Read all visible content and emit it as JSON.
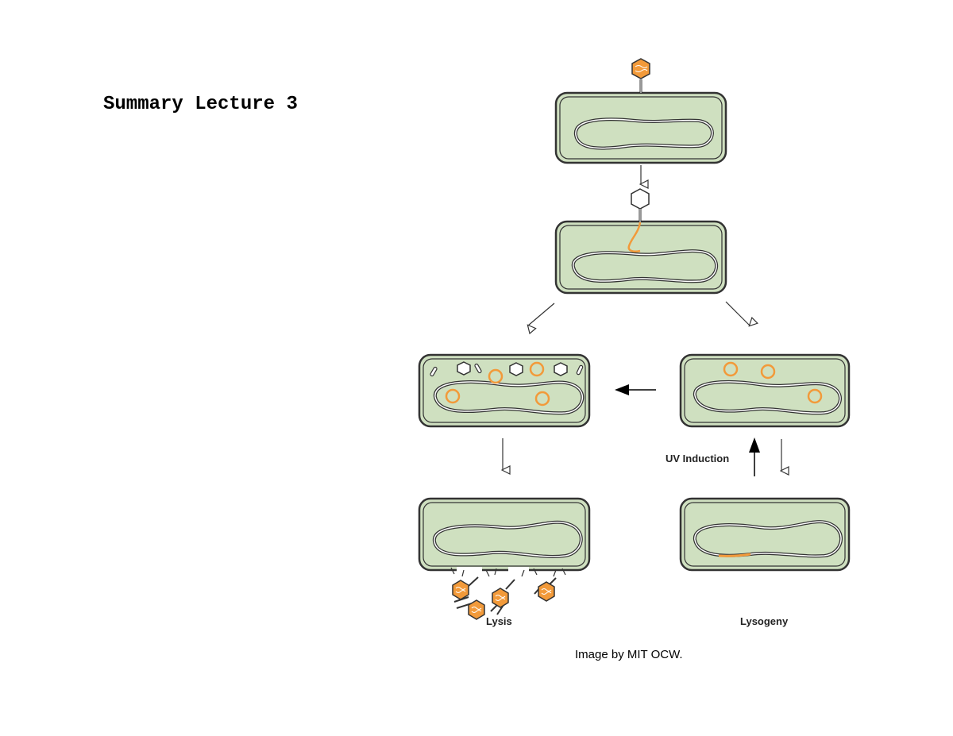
{
  "slide": {
    "title": "Summary Lecture 3",
    "credit": "Image by MIT OCW."
  },
  "diagram": {
    "labels": {
      "uv_induction": "UV Induction",
      "lysis": "Lysis",
      "lysogeny": "Lysogeny"
    },
    "colors": {
      "cell_fill": "#cfe0c0",
      "cell_outline": "#333333",
      "phage_dna": "#f29a3a",
      "phage_head": "#ffffff"
    }
  }
}
